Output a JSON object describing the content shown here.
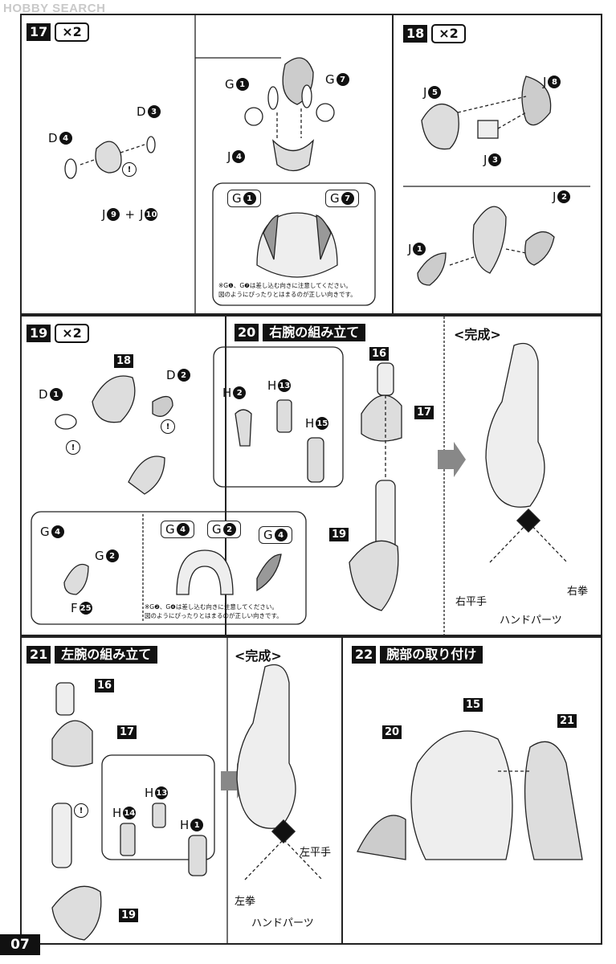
{
  "watermark": "HOBBY SEARCH",
  "page_number": "07",
  "steps": {
    "s17": {
      "num": "17",
      "qty": "×2",
      "parts": [
        {
          "l": "D",
          "n": "4"
        },
        {
          "l": "D",
          "n": "3"
        },
        {
          "l": "J",
          "n": "9"
        },
        {
          "l": "J",
          "n": "10"
        },
        {
          "l": "G",
          "n": "1"
        },
        {
          "l": "G",
          "n": "7"
        },
        {
          "l": "J",
          "n": "4"
        },
        {
          "l": "G",
          "n": "1"
        },
        {
          "l": "G",
          "n": "7"
        }
      ],
      "plus": "+",
      "note": [
        "※G❶、G❼は差し込む向きに注意してください。",
        "図のようにぴったりとはまるのが正しい向きです。"
      ]
    },
    "s18": {
      "num": "18",
      "qty": "×2",
      "parts": [
        {
          "l": "J",
          "n": "5"
        },
        {
          "l": "J",
          "n": "8"
        },
        {
          "l": "J",
          "n": "3"
        },
        {
          "l": "J",
          "n": "2"
        },
        {
          "l": "J",
          "n": "1"
        }
      ]
    },
    "s19": {
      "num": "19",
      "qty": "×2",
      "ref": "18",
      "parts": [
        {
          "l": "D",
          "n": "1"
        },
        {
          "l": "D",
          "n": "2"
        },
        {
          "l": "G",
          "n": "4"
        },
        {
          "l": "G",
          "n": "2"
        },
        {
          "l": "F",
          "n": "25"
        },
        {
          "l": "G",
          "n": "4"
        },
        {
          "l": "G",
          "n": "2"
        },
        {
          "l": "G",
          "n": "4"
        }
      ],
      "note": [
        "※G❷、G❹は差し込む向きに注意してください。",
        "図のようにぴったりとはまるのが正しい向きです。"
      ]
    },
    "s20": {
      "num": "20",
      "title": "右腕の組み立て",
      "refs": [
        "16",
        "17",
        "19"
      ],
      "parts": [
        {
          "l": "H",
          "n": "2"
        },
        {
          "l": "H",
          "n": "13"
        },
        {
          "l": "H",
          "n": "15"
        }
      ]
    },
    "c1": {
      "title": "<完成>",
      "hand_right_open": "右平手",
      "hand_right_fist": "右拳",
      "hand_parts": "ハンドパーツ"
    },
    "s21": {
      "num": "21",
      "title": "左腕の組み立て",
      "refs": [
        "16",
        "17",
        "19"
      ],
      "parts": [
        {
          "l": "H",
          "n": "14"
        },
        {
          "l": "H",
          "n": "13"
        },
        {
          "l": "H",
          "n": "1"
        }
      ]
    },
    "c2": {
      "title": "<完成>",
      "hand_left_open": "左平手",
      "hand_left_fist": "左拳",
      "hand_parts": "ハンドパーツ"
    },
    "s22": {
      "num": "22",
      "title": "腕部の取り付け",
      "refs": [
        "15",
        "20",
        "21"
      ]
    }
  },
  "caution_mark": "!"
}
